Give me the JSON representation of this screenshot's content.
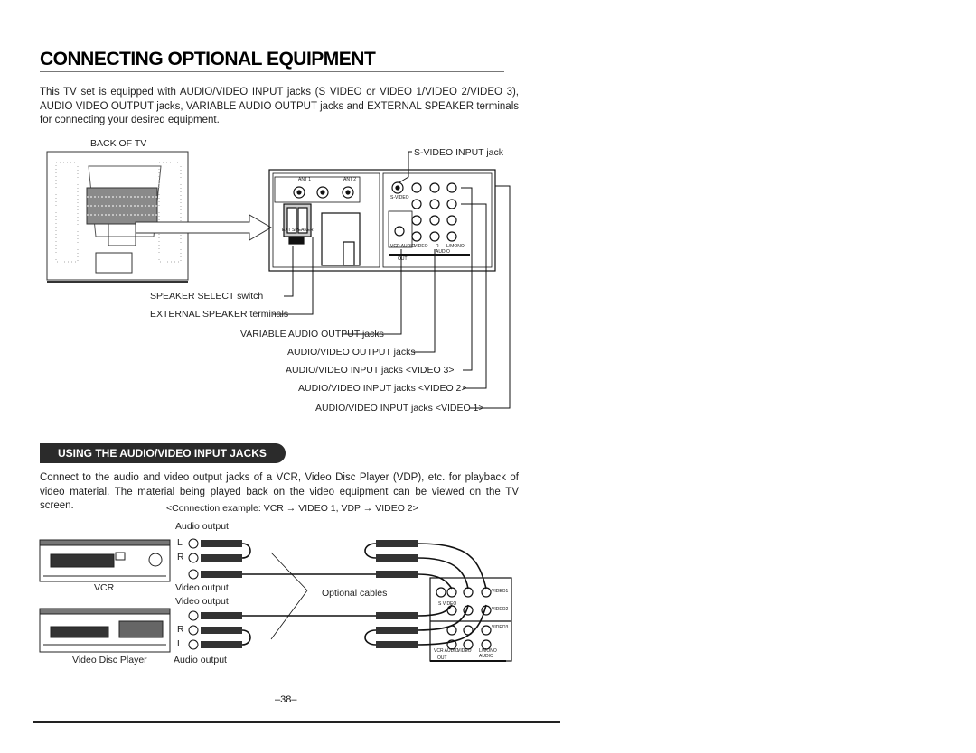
{
  "page": {
    "title": "CONNECTING OPTIONAL EQUIPMENT",
    "intro": "This TV set is equipped with AUDIO/VIDEO INPUT jacks (S VIDEO or VIDEO 1/VIDEO 2/VIDEO 3), AUDIO VIDEO OUTPUT jacks, VARIABLE AUDIO OUTPUT jacks and EXTERNAL SPEAKER terminals for connecting your desired equipment.",
    "page_number": "–38–"
  },
  "back_diagram": {
    "back_label": "BACK OF TV",
    "callouts": {
      "s_video": "S-VIDEO INPUT jack",
      "speaker_select": "SPEAKER SELECT switch",
      "ext_speaker": "EXTERNAL SPEAKER terminals",
      "var_audio": "VARIABLE AUDIO OUTPUT jacks",
      "av_output": "AUDIO/VIDEO OUTPUT jacks",
      "av_in3": "AUDIO/VIDEO INPUT jacks <VIDEO 3>",
      "av_in2": "AUDIO/VIDEO INPUT jacks <VIDEO 2>",
      "av_in1": "AUDIO/VIDEO INPUT jacks <VIDEO 1>"
    },
    "panel_labels": {
      "ant1": "ANT 1",
      "ant2": "ANT 2",
      "ext_speaker_small": "EXT SPEAKER",
      "s_video_small": "S-VIDEO",
      "vcr_audio": "VCR AUDIO",
      "video": "VIDEO",
      "r": "R",
      "l_mono": "L/MONO",
      "audio": "AUDIO",
      "out": "OUT"
    }
  },
  "section": {
    "heading": "USING THE AUDIO/VIDEO INPUT JACKS",
    "text": "Connect to the audio and video output jacks of a VCR, Video Disc Player (VDP), etc. for playback of video material. The material being played back on the video equipment can be viewed on the TV screen.",
    "example": "<Connection example: VCR → VIDEO 1, VDP → VIDEO 2>"
  },
  "connection_diagram": {
    "audio_output_top": "Audio output",
    "audio_output_bottom": "Audio output",
    "video_output_top": "Video output",
    "video_output_bottom": "Video output",
    "vcr": "VCR",
    "vdp": "Video Disc Player",
    "optional_cables": "Optional cables",
    "l": "L",
    "r": "R",
    "jack_labels": {
      "s_video": "S VIDEO",
      "video1": "VIDEO1",
      "video2": "VIDEO2",
      "video3": "VIDEO3",
      "vcr_audio": "VCR AUDIO",
      "video": "VIDEO",
      "l_mono": "L/MONO",
      "audio": "AUDIO",
      "out": "OUT"
    }
  }
}
